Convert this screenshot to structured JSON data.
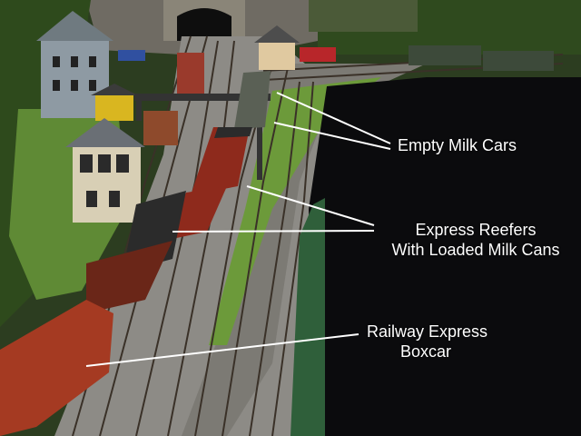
{
  "image": {
    "alt": "Model railroad layout with milk cars, express reefers and a Railway Express boxcar"
  },
  "callouts": {
    "empty_milk_cars": "Empty Milk Cars",
    "express_reefers_line1": "Express Reefers",
    "express_reefers_line2": "With Loaded Milk Cans",
    "railway_express_line1": "Railway Express",
    "railway_express_line2": "Boxcar"
  },
  "colors": {
    "backdrop": "#0b0b0d",
    "annotation": "#ffffff",
    "grass": "#5f8a35",
    "ballast": "#8d8b86",
    "car_red": "#8e2a1c",
    "car_roof": "#2b2b2b"
  }
}
